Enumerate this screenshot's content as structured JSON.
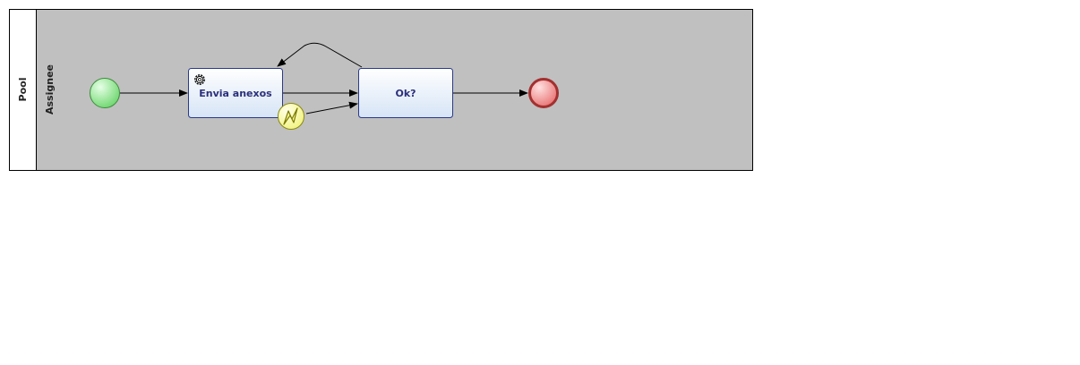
{
  "diagram": {
    "pool_label": "Pool",
    "lane_label": "Assignee",
    "tasks": {
      "envia_anexos": "Envia anexos",
      "ok": "Ok?"
    },
    "colors": {
      "lane_fill": "#c0c0c0",
      "task_fill_top": "#ffffff",
      "task_fill_bottom": "#dce8f7",
      "task_stroke": "#2b3a8a",
      "start_fill": "#7ee27e",
      "start_stroke": "#3d8c3d",
      "end_fill": "#f28a8a",
      "end_stroke": "#a33030",
      "boundary_fill": "#fafa9a",
      "boundary_stroke": "#8a8a10"
    },
    "icons": {
      "service_task": "gear-icon",
      "boundary_event": "lightning-icon"
    }
  }
}
